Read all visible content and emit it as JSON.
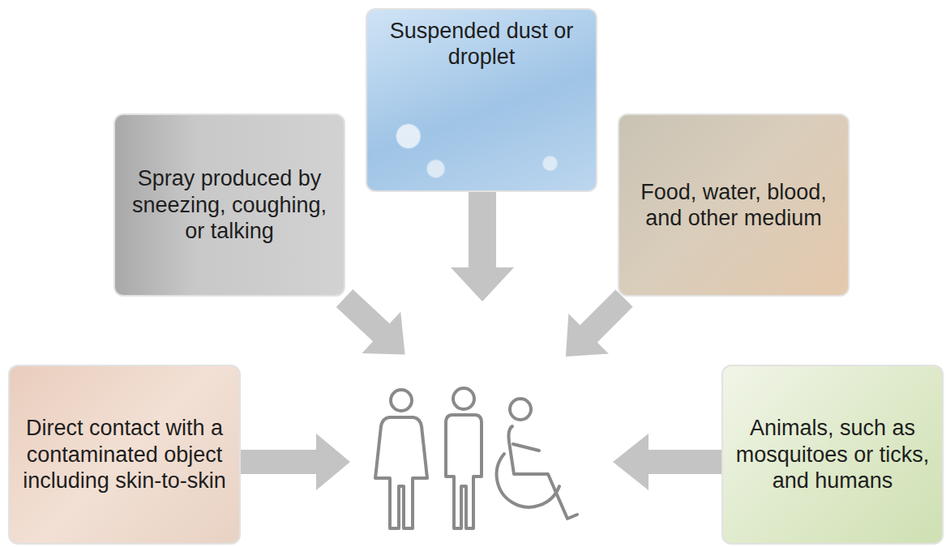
{
  "diagram": {
    "nodes": [
      {
        "text": [
          "Suspended dust or droplet"
        ]
      },
      {
        "text": [
          "Spray produced by sneezing, coughing, or talking"
        ]
      },
      {
        "text": [
          "Food, water, blood, and other medium"
        ]
      },
      {
        "text": [
          "Direct contact with a contaminated object including skin-to-skin"
        ]
      },
      {
        "text": [
          "Animals, such as mosquitoes or ticks, and humans"
        ]
      }
    ]
  }
}
